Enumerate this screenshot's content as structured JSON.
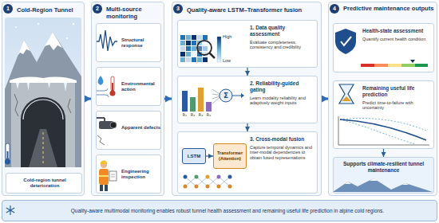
{
  "diagram": {
    "nodes": [
      {
        "text": [
          "Cold-Region Tunnel"
        ]
      },
      {
        "text": [
          "Cold-region tunnel deterioration"
        ],
        "in": 0
      },
      {
        "text": [
          "Multi-source monitoring"
        ]
      },
      {
        "text": [
          "Structural response"
        ],
        "in": 2
      },
      {
        "text": [
          "Environmental action"
        ],
        "in": 2
      },
      {
        "text": [
          "Apparent defects"
        ],
        "in": 2
      },
      {
        "text": [
          "Engineering inspection"
        ],
        "in": 2
      },
      {
        "text": [
          "Quality-aware LSTM–Transformer fusion"
        ]
      },
      {
        "text": [
          "1. Data quality assessment",
          "Evaluate completeness, consistency and credibility"
        ],
        "in": 7
      },
      {
        "text": [
          "2. Reliability-guided gating",
          "Learn modality reliability and adaptively weight inputs"
        ],
        "in": 7
      },
      {
        "text": [
          "3. Cross-modal fusion",
          "Capture temporal dynamics and inter-modal dependencies to obtain fused representations"
        ],
        "in": 7
      },
      {
        "text": [
          "LSTM"
        ],
        "in": 10
      },
      {
        "text": [
          "Transformer (Attention)"
        ],
        "in": 10
      },
      {
        "text": [
          "Predictive maintenance outputs"
        ]
      },
      {
        "text": [
          "Health-state assessment",
          "Quantify current health condition"
        ],
        "in": 13
      },
      {
        "text": [
          "Remaining useful life prediction",
          "Predict time-to-failure with uncertainty"
        ],
        "in": 13
      },
      {
        "text": [
          "Supports climate-resilient tunnel maintenance"
        ],
        "in": 13
      },
      {
        "text": [
          "Quality-aware multimodal monitoring enables robust tunnel health assessment and remaining useful life prediction in alpine cold regions."
        ]
      }
    ],
    "edges": [
      {
        "from": 0,
        "to": 2,
        "arrow": "to"
      },
      {
        "from": 2,
        "to": 7,
        "arrow": "to"
      },
      {
        "from": 7,
        "to": 13,
        "arrow": "to"
      },
      {
        "from": 8,
        "to": 9,
        "arrow": "to"
      },
      {
        "from": 9,
        "to": 10,
        "arrow": "to"
      },
      {
        "from": 11,
        "to": 12,
        "arrow": "to"
      },
      {
        "from": 15,
        "to": 16,
        "arrow": "to"
      }
    ],
    "labels": [
      "1",
      "2",
      "3",
      "4",
      "High",
      "Low",
      "R₁",
      "R₂",
      "R₃",
      "R₄",
      "Σ"
    ]
  }
}
